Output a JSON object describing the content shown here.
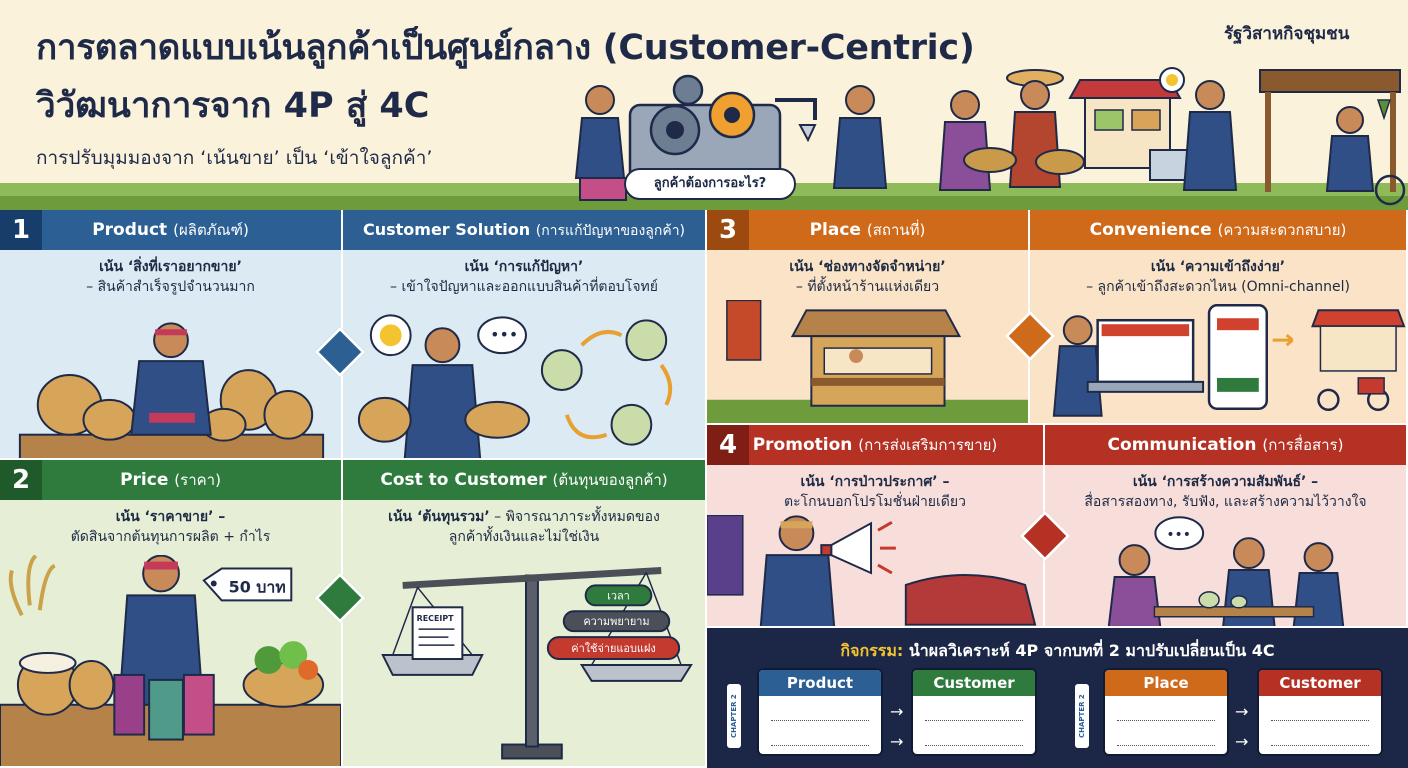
{
  "header": {
    "title_line1": "การตลาดแบบเน้นลูกค้าเป็นศูนย์กลาง (Customer-Centric)",
    "title_line2": "วิวัฒนาการจาก 4P สู่ 4C",
    "subtitle": "การปรับมุมมองจาก ‘เน้นขาย’ เป็น ‘เข้าใจลูกค้า’",
    "org": "รัฐวิสาหกิจชุมชน",
    "bubble": "ลูกค้าต้องการอะไร?"
  },
  "panels": {
    "product": {
      "num": "1",
      "title": "Product",
      "title_th": "(ผลิตภัณฑ์)",
      "emphasis": "เน้น ‘สิ่งที่เราอยากขาย’",
      "detail": "– สินค้าสำเร็จรูปจำนวนมาก"
    },
    "customer_solution": {
      "title": "Customer Solution",
      "title_th": "(การแก้ปัญหาของลูกค้า)",
      "emphasis": "เน้น ‘การแก้ปัญหา’",
      "detail": "– เข้าใจปัญหาและออกแบบสินค้าที่ตอบโจทย์"
    },
    "price": {
      "num": "2",
      "title": "Price",
      "title_th": "(ราคา)",
      "emphasis": "เน้น ‘ราคาขาย’ –",
      "detail": "ตัดสินจากต้นทุนการผลิต + กำไร",
      "tag": "50 บาท"
    },
    "cost": {
      "title": "Cost to Customer",
      "title_th": "(ต้นทุนของลูกค้า)",
      "emphasis": "เน้น ‘ต้นทุนรวม’",
      "detail1": "– พิจารณาภาระทั้งหมดของ",
      "detail2": "ลูกค้าทั้งเงินและไม่ใช่เงิน",
      "receipt": "RECEIPT",
      "weights": [
        "เวลา",
        "ความพยายาม",
        "ค่าใช้จ่ายแอบแฝง"
      ]
    },
    "place": {
      "num": "3",
      "title": "Place",
      "title_th": "(สถานที่)",
      "emphasis": "เน้น ‘ช่องทางจัดจำหน่าย’",
      "detail": "– ที่ตั้งหน้าร้านแห่งเดียว"
    },
    "convenience": {
      "title": "Convenience",
      "title_th": "(ความสะดวกสบาย)",
      "emphasis": "เน้น ‘ความเข้าถึงง่าย’",
      "detail": "– ลูกค้าเข้าถึงสะดวกไหน (Omni-channel)"
    },
    "promotion": {
      "num": "4",
      "title": "Promotion",
      "title_th": "(การส่งเสริมการขาย)",
      "emphasis": "เน้น ‘การป่าวประกาศ’ –",
      "detail": "ตะโกนบอกโปรโมชั่นฝ่ายเดียว"
    },
    "communication": {
      "title": "Communication",
      "title_th": "(การสื่อสาร)",
      "emphasis": "เน้น ‘การสร้างความสัมพันธ์’ –",
      "detail": "สื่อสารสองทาง, รับฟัง, และสร้างความไว้วางใจ"
    }
  },
  "activity": {
    "label": "กิจกรรม:",
    "text": "นำผลวิเคราะห์ 4P จากบทที่ 2 มาปรับเปลี่ยนเป็น 4C",
    "chapter_tag": "CHAPTER 2",
    "cards": [
      "Product",
      "Customer",
      "Place",
      "Customer"
    ],
    "arrow": "→"
  },
  "colors": {
    "blue": "#2c5f93",
    "green": "#2f7a3d",
    "orange": "#d06a1b",
    "red": "#b43124",
    "navy": "#1c2747",
    "gold": "#f4c430"
  }
}
